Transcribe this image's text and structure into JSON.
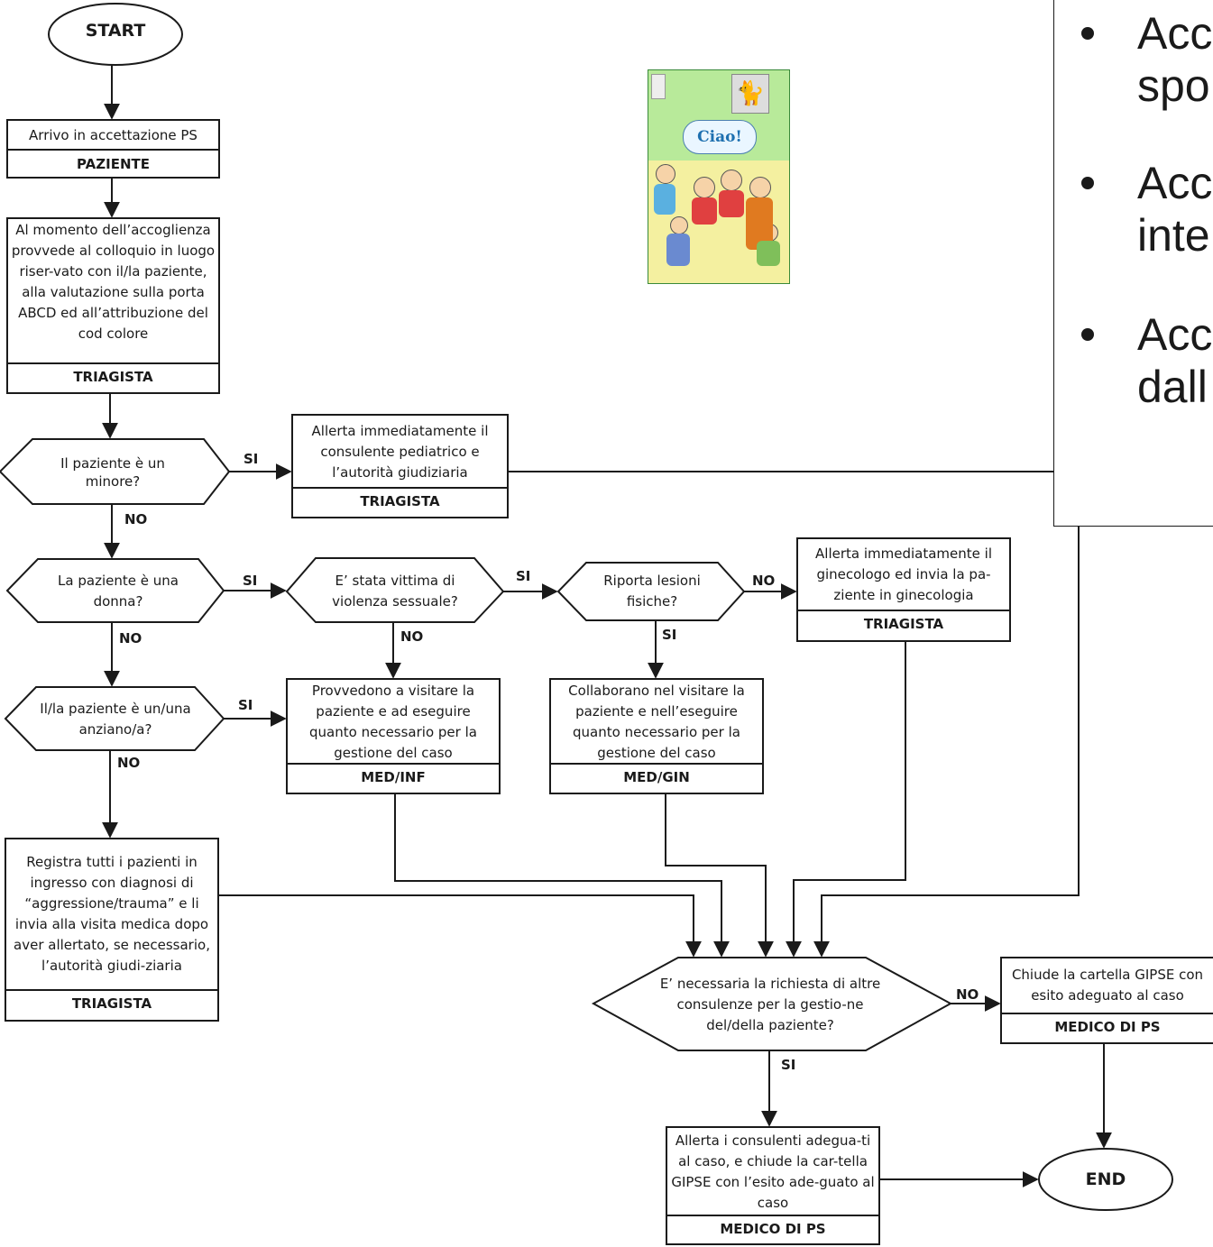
{
  "start_label": "START",
  "end_label": "END",
  "boxes": {
    "arrivo": {
      "text": "Arrivo in accettazione PS",
      "role": "PAZIENTE"
    },
    "accoglienza": {
      "text": "Al momento dell’accoglienza provvede al colloquio in luogo riser-vato con il/la paziente, alla valutazione sulla porta ABCD ed all’attribuzione del cod colore",
      "role": "TRIAGISTA"
    },
    "allerta_pediatrico": {
      "text": "Allerta immediatamente il consulente pediatrico e l’autorità giudiziaria",
      "role": "TRIAGISTA"
    },
    "allerta_ginecologo": {
      "text": "Allerta immediatamente il ginecologo ed invia la pa-ziente in ginecologia",
      "role": "TRIAGISTA"
    },
    "visita_med_inf": {
      "text": "Provvedono a visitare la paziente e ad eseguire quanto necessario per la gestione del caso",
      "role": "MED/INF"
    },
    "visita_med_gin": {
      "text": "Collaborano nel visitare la paziente e nell’eseguire quanto necessario per la gestione del caso",
      "role": "MED/GIN"
    },
    "registra": {
      "text": "Registra tutti i pazienti in ingresso con diagnosi di “aggressione/trauma” e li invia alla visita medica dopo aver allertato, se necessario, l’autorità giudi-ziaria",
      "role": "TRIAGISTA"
    },
    "chiude_cartella": {
      "text": "Chiude la cartella GIPSE con esito adeguato al caso",
      "role": "MEDICO DI PS"
    },
    "allerta_consulenti": {
      "text": "Allerta i consulenti adegua-ti al caso, e chiude la car-tella GIPSE con l’esito ade-guato al caso",
      "role": "MEDICO DI PS"
    }
  },
  "decisions": {
    "minore": "Il paziente è un minore?",
    "donna": "La paziente è una donna?",
    "violenza": "E’ stata vittima di violenza sessuale?",
    "lesioni": "Riporta lesioni fisiche?",
    "anziano": "Il/la paziente è un/una anziano/a?",
    "consulenze": "E’ necessaria la richiesta di altre consulenze per la gestio-ne del/della paziente?"
  },
  "edge_labels": {
    "minore_si": "SI",
    "minore_no": "NO",
    "donna_si": "SI",
    "donna_no": "NO",
    "violenza_si": "SI",
    "violenza_no": "NO",
    "lesioni_no": "NO",
    "lesioni_si": "SI",
    "anziano_si": "SI",
    "anziano_no": "NO",
    "consulenze_no": "NO",
    "consulenze_si": "SI"
  },
  "side_panel": {
    "bullets": [
      {
        "line1": "Acc",
        "line2": "spo"
      },
      {
        "line1": "Acc",
        "line2": "inte"
      },
      {
        "line1": "Acc",
        "line2": "dall"
      }
    ]
  },
  "booklet": {
    "speech": "Ciao!"
  },
  "colors": {
    "line": "#1a1a1a",
    "booklet_wall": "#b8ea9a",
    "booklet_floor": "#f4f0a0"
  }
}
